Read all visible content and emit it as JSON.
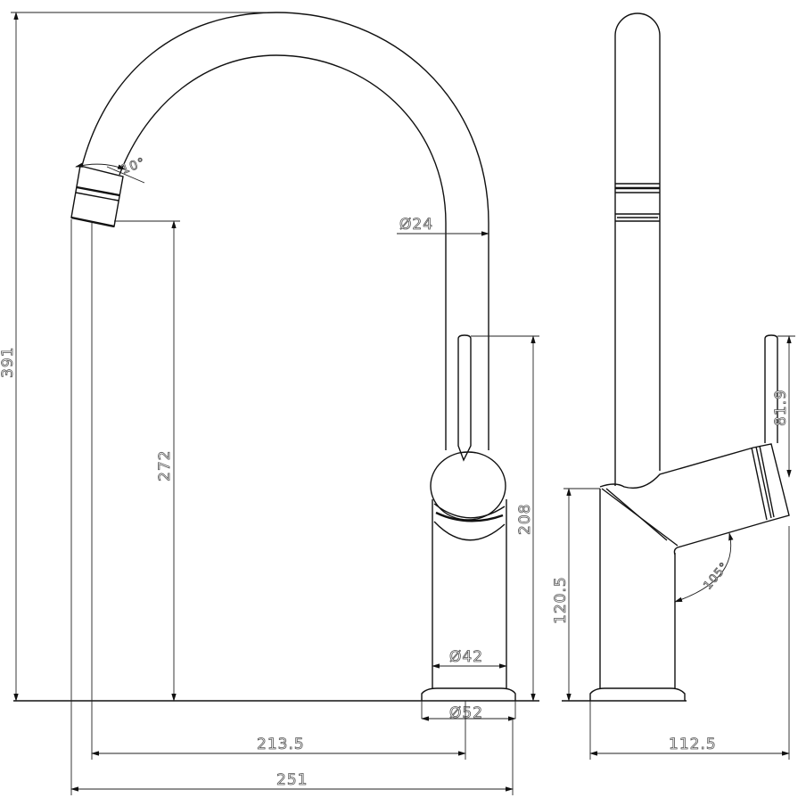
{
  "drawing": {
    "front_view": {
      "overall_height": "391",
      "spout_outlet_height": "272",
      "spout_diameter": "Ø24",
      "lever_height": "208",
      "body_diameter": "Ø42",
      "base_diameter": "Ø52",
      "spout_reach": "213.5",
      "overall_length": "251",
      "outlet_angle": "10°"
    },
    "side_view": {
      "lever_length": "81.9",
      "body_height": "120.5",
      "side_depth": "112.5",
      "lever_angle": "105°"
    }
  }
}
